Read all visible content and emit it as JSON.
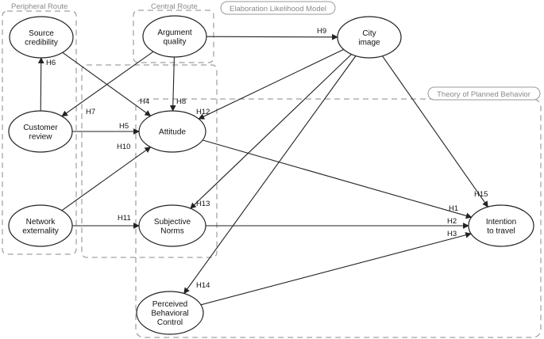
{
  "groups": {
    "peripheral_route": "Peripheral Route",
    "central_route": "Central Route",
    "elm": "Elaboration Likelihood Model",
    "tpb": "Theory of Planned Behavior"
  },
  "nodes": {
    "source_credibility": [
      "Source",
      "credibility"
    ],
    "argument_quality": [
      "Argument",
      "quality"
    ],
    "city_image": [
      "City",
      "image"
    ],
    "customer_review": [
      "Customer",
      "review"
    ],
    "attitude": [
      "Attitude"
    ],
    "network_externality": [
      "Network",
      "externality"
    ],
    "subjective_norms": [
      "Subjective",
      "Norms"
    ],
    "intention_to_travel": [
      "Intention",
      "to travel"
    ],
    "perceived_behavioral_control": [
      "Perceived",
      "Behavioral",
      "Control"
    ]
  },
  "hypotheses": {
    "h1": "H1",
    "h2": "H2",
    "h3": "H3",
    "h4": "H4",
    "h5": "H5",
    "h6": "H6",
    "h7": "H7",
    "h8": "H8",
    "h9": "H9",
    "h10": "H10",
    "h11": "H11",
    "h12": "H12",
    "h13": "H13",
    "h14": "H14",
    "h15": "H15"
  },
  "edges": [
    {
      "from": "source_credibility",
      "to": "attitude",
      "label": "h4"
    },
    {
      "from": "customer_review",
      "to": "source_credibility",
      "label": "h6"
    },
    {
      "from": "customer_review",
      "to": "attitude",
      "label": "h5"
    },
    {
      "from": "argument_quality",
      "to": "customer_review",
      "label": "h7"
    },
    {
      "from": "argument_quality",
      "to": "attitude",
      "label": "h8"
    },
    {
      "from": "argument_quality",
      "to": "city_image",
      "label": "h9"
    },
    {
      "from": "network_externality",
      "to": "attitude",
      "label": "h10"
    },
    {
      "from": "network_externality",
      "to": "subjective_norms",
      "label": "h11"
    },
    {
      "from": "city_image",
      "to": "attitude",
      "label": "h12"
    },
    {
      "from": "city_image",
      "to": "subjective_norms",
      "label": "h13"
    },
    {
      "from": "city_image",
      "to": "perceived_behavioral_control",
      "label": "h14"
    },
    {
      "from": "city_image",
      "to": "intention_to_travel",
      "label": "h15"
    },
    {
      "from": "attitude",
      "to": "intention_to_travel",
      "label": "h1"
    },
    {
      "from": "subjective_norms",
      "to": "intention_to_travel",
      "label": "h2"
    },
    {
      "from": "perceived_behavioral_control",
      "to": "intention_to_travel",
      "label": "h3"
    }
  ]
}
